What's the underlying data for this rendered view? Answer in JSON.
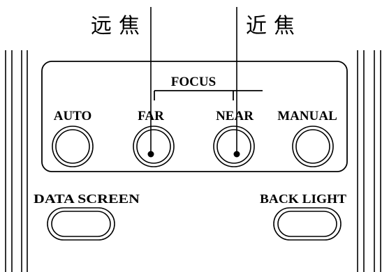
{
  "callouts": {
    "far_cn": "远焦",
    "near_cn": "近焦"
  },
  "panel": {
    "focus_title": "FOCUS",
    "auto_label": "AUTO",
    "far_label": "FAR",
    "near_label": "NEAR",
    "manual_label": "MANUAL"
  },
  "bottom": {
    "data_screen_label": "DATA SCREEN",
    "back_light_label": "BACK LIGHT"
  },
  "colors": {
    "ink": "#000000",
    "paper": "#ffffff"
  }
}
